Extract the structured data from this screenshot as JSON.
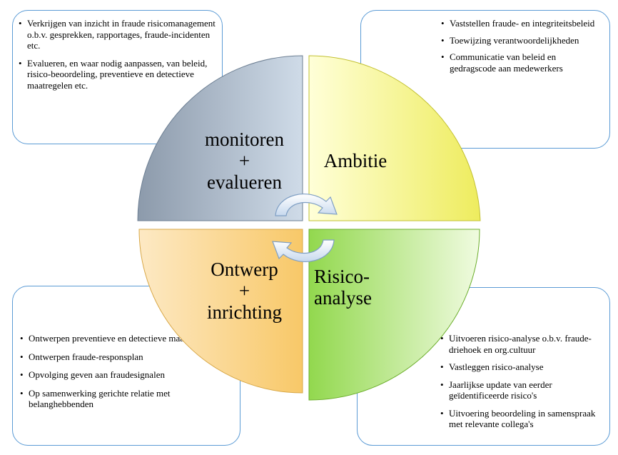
{
  "quadrants": {
    "top_left": [
      "monitoren",
      "+",
      "evalueren"
    ],
    "top_right": [
      "Ambitie"
    ],
    "bottom_left": [
      "Ontwerp",
      "+",
      "inrichting"
    ],
    "bottom_right": [
      "Risico-",
      "analyse"
    ]
  },
  "boxes": {
    "top_left": [
      "Verkrijgen van inzicht in fraude risicomanagement o.b.v. gesprekken, rapportages, fraude-incidenten etc.",
      "Evalueren, en waar nodig aanpassen, van beleid, risico-beoordeling, preventieve en detectieve maatregelen etc."
    ],
    "top_right": [
      "Vaststellen fraude- en integriteitsbeleid",
      "Toewijzing verantwoordelijkheden",
      "Communicatie van beleid en gedragscode aan   medewerkers"
    ],
    "bottom_left": [
      "Ontwerpen preventieve en detectieve maatregelen",
      "Ontwerpen fraude-responsplan",
      "Opvolging geven aan fraudesignalen",
      "Op samenwerking gerichte relatie met belanghebbenden"
    ],
    "bottom_right": [
      "Uitvoeren  risico-analyse o.b.v. fraude-driehoek en org.cultuur",
      "Vastleggen risico-analyse",
      "Jaarlijkse update van eerder geïdentificeerde risico's",
      "Uitvoering beoordeling in samenspraak met relevante collega's"
    ]
  },
  "colors": {
    "box_border": "#5b9bd5",
    "top_left_fill": "#9aa8b8",
    "top_right_fill": "#f2f07a",
    "bottom_left_fill": "#f8cf7a",
    "bottom_right_fill": "#9fdc5c"
  },
  "icons": [
    "cycle-arrow-icon"
  ]
}
